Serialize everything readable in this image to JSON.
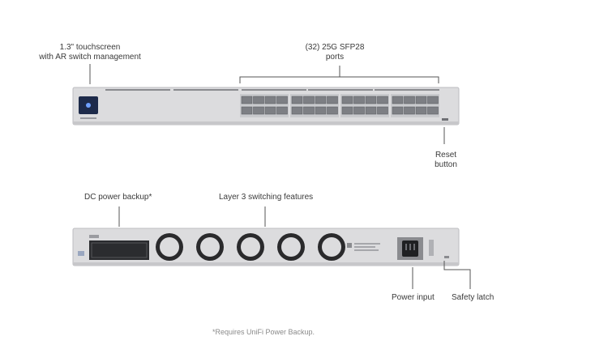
{
  "front": {
    "touchscreen_label_line1": "1.3\" touchscreen",
    "touchscreen_label_line2": "with AR switch management",
    "sfp_label_line1": "(32) 25G SFP28",
    "sfp_label_line2": "ports",
    "reset_label_line1": "Reset",
    "reset_label_line2": "button",
    "port_count": 32
  },
  "back": {
    "dc_power_label": "DC power backup*",
    "layer3_label": "Layer 3 switching features",
    "power_input_label": "Power input",
    "safety_latch_label": "Safety latch",
    "fan_count": 5
  },
  "footnote": "*Requires UniFi Power Backup.",
  "colors": {
    "chassis": "#dcdcde",
    "chassis_edge": "#bdbdc0",
    "port": "#7d7f84",
    "fan": "#2a2a2c",
    "screen": "#1d2a4a",
    "callout_line": "#555555"
  }
}
